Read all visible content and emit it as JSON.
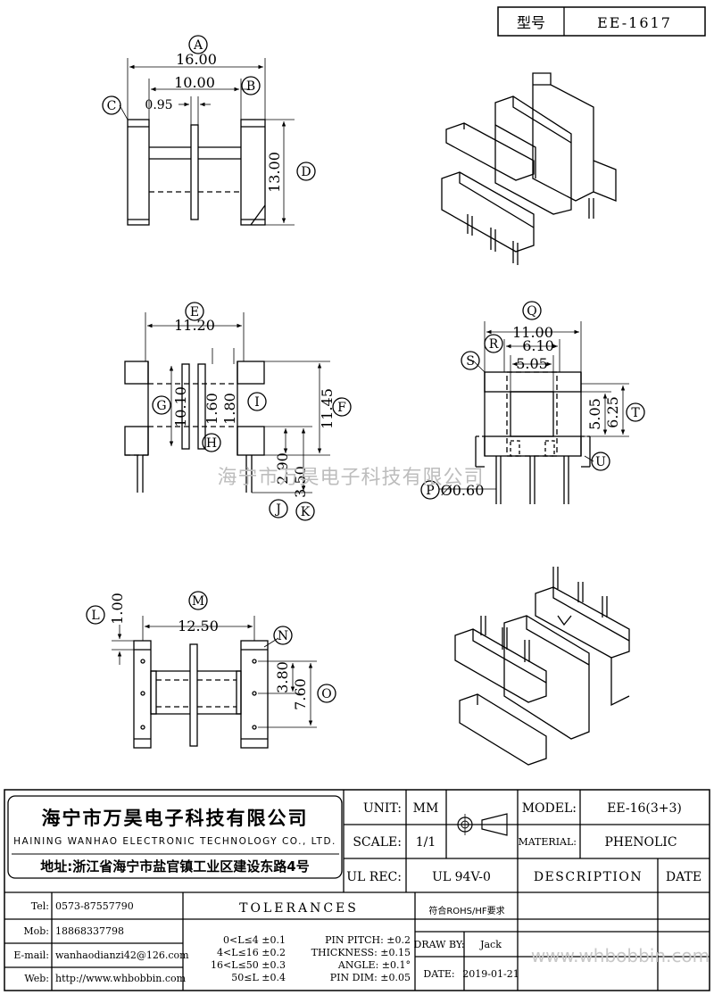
{
  "header": {
    "model_label": "型号",
    "model_value": "EE-1617"
  },
  "front_view": {
    "A": "A",
    "B": "B",
    "C": "C",
    "D": "D",
    "dim_16": "16.00",
    "dim_10": "10.00",
    "dim_095": "0.95",
    "dim_13": "13.00"
  },
  "mid_view": {
    "E": "E",
    "F": "F",
    "G": "G",
    "H": "H",
    "I": "I",
    "J": "J",
    "K": "K",
    "dim_1120": "11.20",
    "dim_1010": "10.10",
    "dim_160": "1.60",
    "dim_180": "1.80",
    "dim_1145": "11.45",
    "dim_290": "2.90",
    "dim_350": "3.50"
  },
  "side_view": {
    "Q": "Q",
    "R": "R",
    "S": "S",
    "T": "T",
    "U": "U",
    "P": "P",
    "dim_1100": "11.00",
    "dim_610": "6.10",
    "dim_505": "5.05",
    "dim_505v": "5.05",
    "dim_625": "6.25",
    "dim_pin": "Ø0.60"
  },
  "bottom_view": {
    "L": "L",
    "M": "M",
    "N": "N",
    "O": "O",
    "dim_100": "1.00",
    "dim_1250": "12.50",
    "dim_380": "3.80",
    "dim_760": "7.60"
  },
  "watermark": {
    "center": "海宁市万昊电子科技有限公司",
    "corner": "www.whbobbin.com"
  },
  "company": {
    "name_cn": "海宁市万昊电子科技有限公司",
    "name_en": "HAINING WANHAO ELECTRONIC TECHNOLOGY CO., LTD.",
    "address": "地址:浙江省海宁市盐官镇工业区建设东路4号"
  },
  "title_block": {
    "unit_label": "UNIT:",
    "unit_value": "MM",
    "scale_label": "SCALE:",
    "scale_value": "1/1",
    "ulrec_label": "UL REC:",
    "ulrec_value": "UL 94V-0",
    "model_label": "MODEL:",
    "model_value": "EE-16(3+3)",
    "material_label": "MATERIAL:",
    "material_value": "PHENOLIC",
    "description_label": "DESCRIPTION",
    "date_col_label": "DATE",
    "tolerances_label": "TOLERANCES",
    "rohs": "符合ROHS/HF要求",
    "drawby_label": "DRAW BY:",
    "drawby_value": "Jack",
    "date_label": "DATE:",
    "date_value": "2019-01-21"
  },
  "contacts": [
    {
      "label": "Tel:",
      "value": "0573-87557790"
    },
    {
      "label": "Mob:",
      "value": "18868337798"
    },
    {
      "label": "E-mail:",
      "value": "wanhaodianzi42@126.com"
    },
    {
      "label": "Web:",
      "value": "http://www.whbobbin.com"
    }
  ],
  "tolerances": {
    "ranges": [
      "0<L≤4 ±0.1",
      "4<L≤16 ±0.2",
      "16<L≤50 ±0.3",
      "50≤L ±0.4"
    ],
    "specs": [
      "PIN PITCH: ±0.2",
      "THICKNESS: ±0.15",
      "ANGLE: ±0.1°",
      "PIN DIM: ±0.05"
    ]
  }
}
